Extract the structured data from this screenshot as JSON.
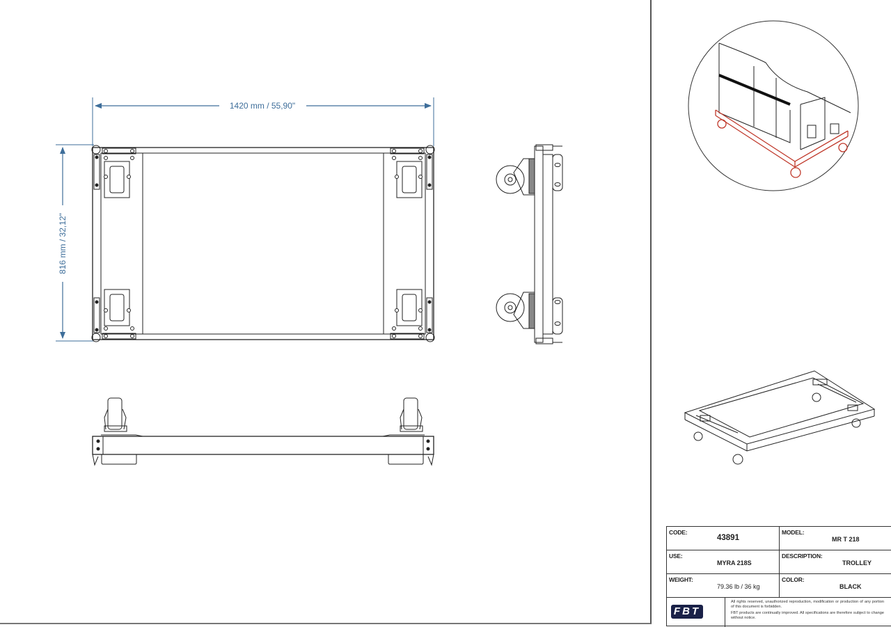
{
  "drawing": {
    "width_dimension": "1420 mm / 55,90\"",
    "height_dimension": "816 mm / 32,12\"",
    "views": [
      "top-view",
      "side-view",
      "front-view",
      "detail-isometric",
      "isometric"
    ],
    "colors": {
      "dimension": "#3e6e9a",
      "highlight": "#c0392b",
      "line": "#222222",
      "logo_bg": "#1a2148"
    }
  },
  "title_block": {
    "code": {
      "label": "CODE:",
      "value": "43891"
    },
    "model": {
      "label": "MODEL:",
      "value": "MR T 218"
    },
    "use": {
      "label": "USE:",
      "value": "MYRA 218S"
    },
    "description": {
      "label": "DESCRIPTION:",
      "value": "TROLLEY"
    },
    "weight": {
      "label": "WEIGHT:",
      "value": "79.36 lb / 36 kg"
    },
    "color": {
      "label": "COLOR:",
      "value": "BLACK"
    },
    "logo": "FBT",
    "legal_1": "All rights reserved, unauthorized reproduction, modification or production of any portion of this document is forbidden.",
    "legal_2": "FBT products are continually improved. All specifications are therefore subject to change without notice."
  }
}
